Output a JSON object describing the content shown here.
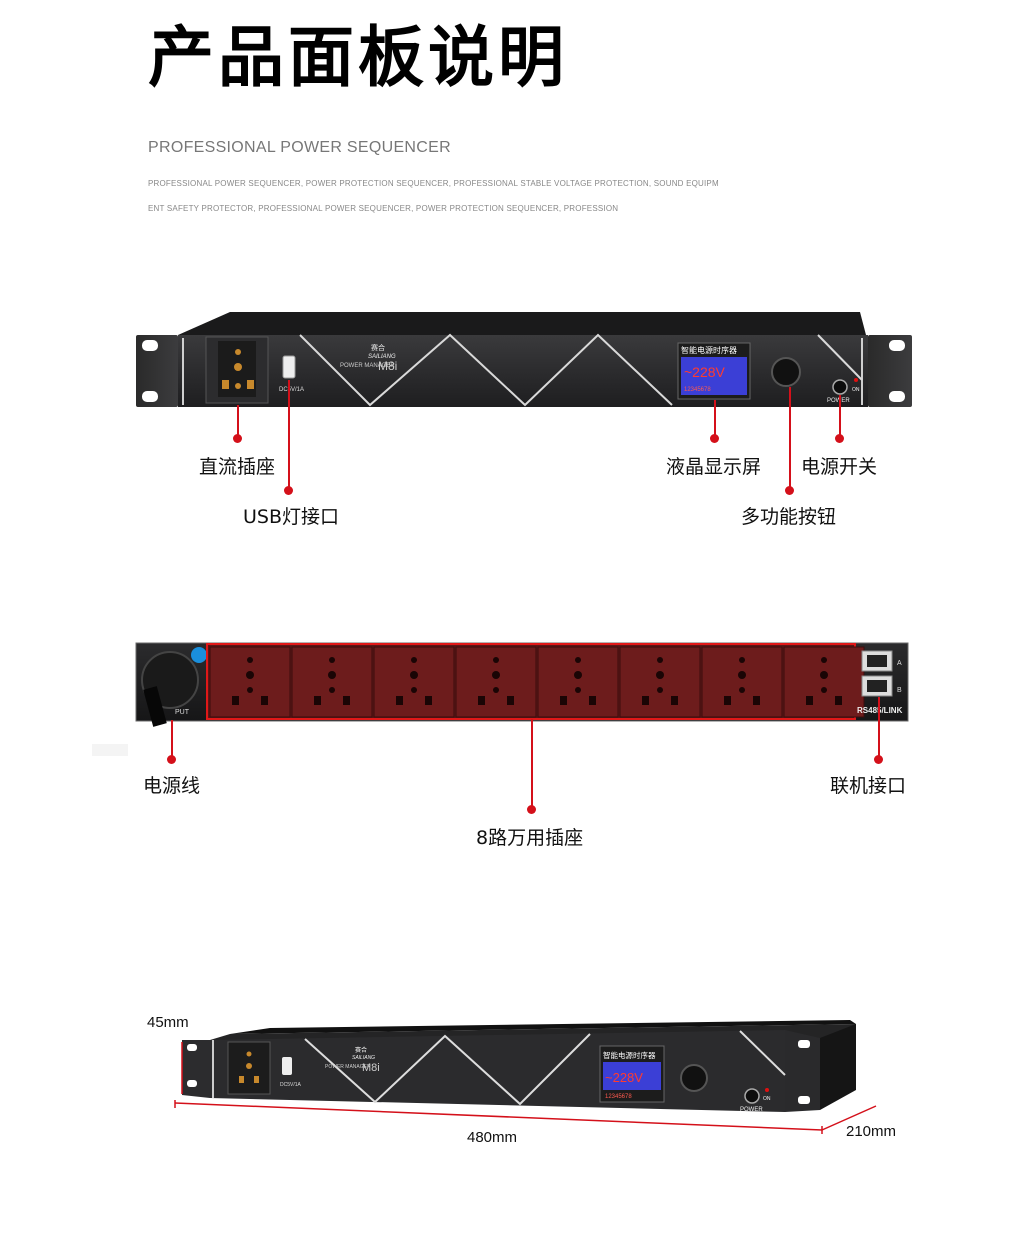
{
  "header": {
    "title": "产品面板说明",
    "subtitle": "PROFESSIONAL POWER SEQUENCER",
    "desc_line1": "PROFESSIONAL POWER SEQUENCER, POWER PROTECTION SEQUENCER, PROFESSIONAL STABLE VOLTAGE PROTECTION, SOUND EQUIPM",
    "desc_line2": "ENT SAFETY PROTECTOR, PROFESSIONAL POWER SEQUENCER, POWER PROTECTION SEQUENCER, PROFESSION"
  },
  "device": {
    "brand_cn": "赛合",
    "brand_en": "SAILIANG",
    "model_prefix": "POWER MANAGER",
    "model": "M8i",
    "usb_label": "DC5V/1A",
    "lcd_title": "智能电源时序器",
    "lcd_value": "~228V",
    "lcd_channels": "12345678",
    "power_label": "POWER",
    "on_label": "ON",
    "input_label": "PUT",
    "port_a": "A",
    "port_b": "B",
    "link_label": "RS485/LINK"
  },
  "front_callouts": {
    "dc_socket": "直流插座",
    "usb_port": "USB灯接口",
    "lcd": "液晶显示屏",
    "power_switch": "电源开关",
    "knob": "多功能按钮"
  },
  "rear_callouts": {
    "power_cord": "电源线",
    "outlets": "8路万用插座",
    "link_port": "联机接口"
  },
  "dimensions": {
    "height": "45mm",
    "width": "480mm",
    "depth": "210mm"
  }
}
